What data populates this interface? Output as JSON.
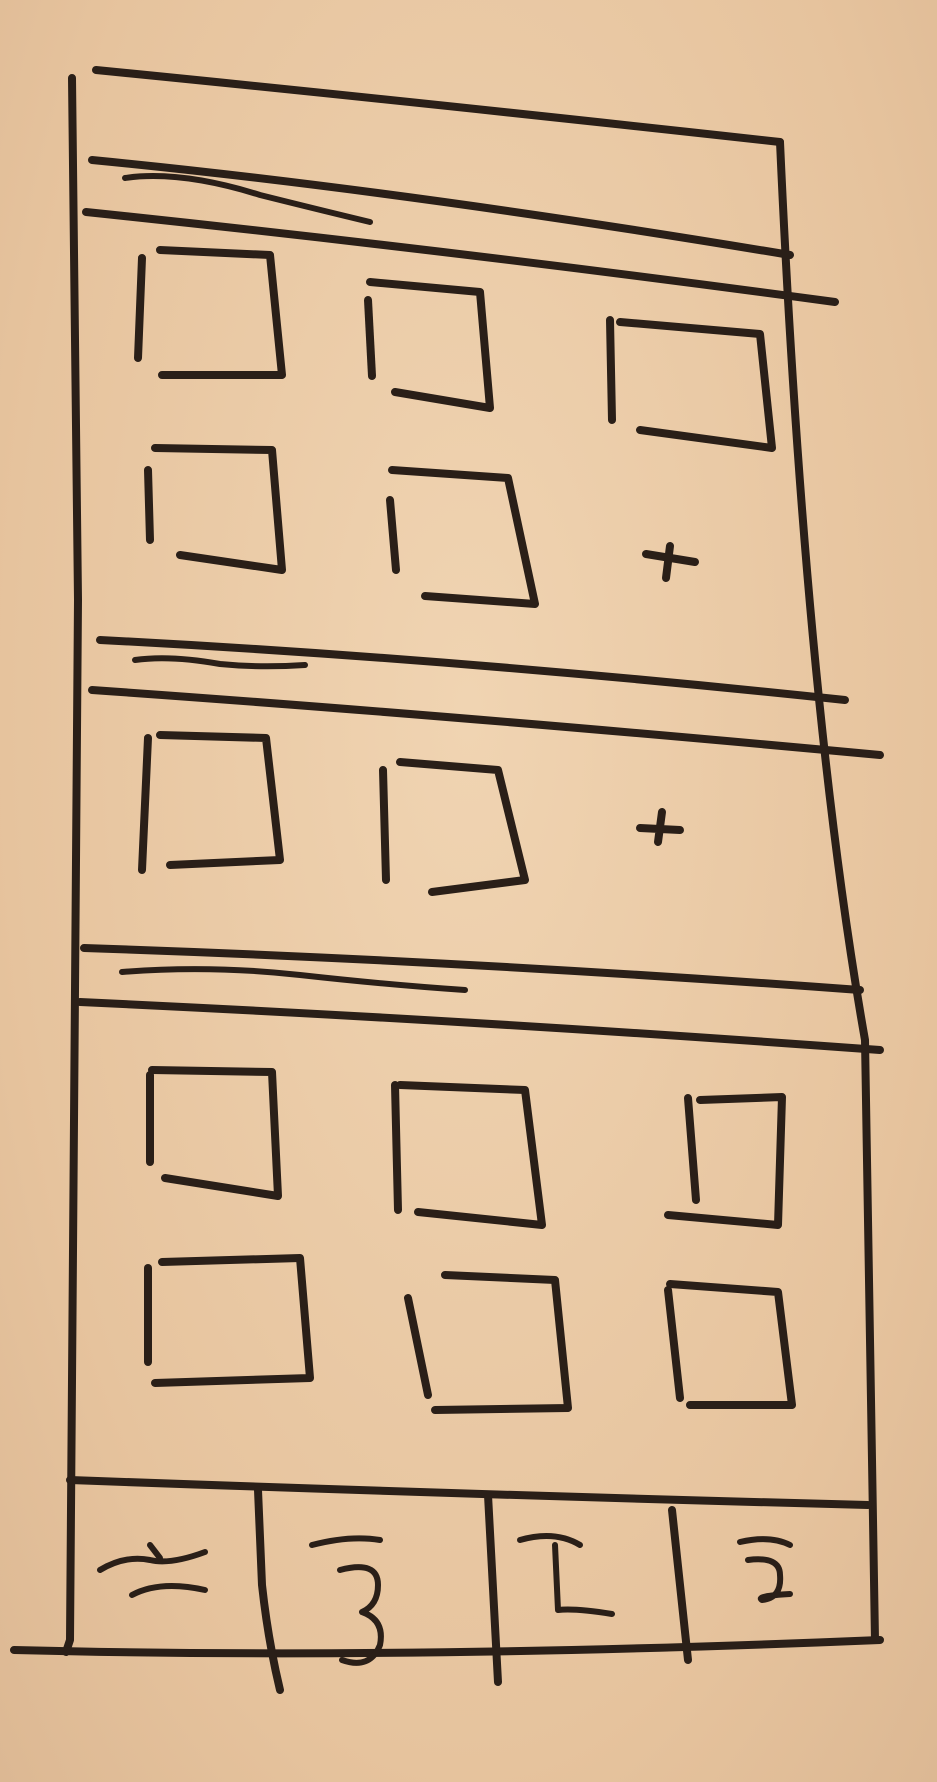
{
  "sections": [
    {
      "id": "section-1",
      "tiles": 5,
      "has_add_button": true
    },
    {
      "id": "section-2",
      "tiles": 2,
      "has_add_button": true
    },
    {
      "id": "section-3",
      "tiles": 6,
      "has_add_button": false
    }
  ],
  "tab_bar": {
    "tabs": [
      {
        "id": "tab-1"
      },
      {
        "id": "tab-2"
      },
      {
        "id": "tab-3"
      },
      {
        "id": "tab-4"
      }
    ]
  },
  "icons": {
    "add": "plus-icon"
  },
  "colors": {
    "paper": "#e8c9a4",
    "ink": "#2a1f18"
  }
}
